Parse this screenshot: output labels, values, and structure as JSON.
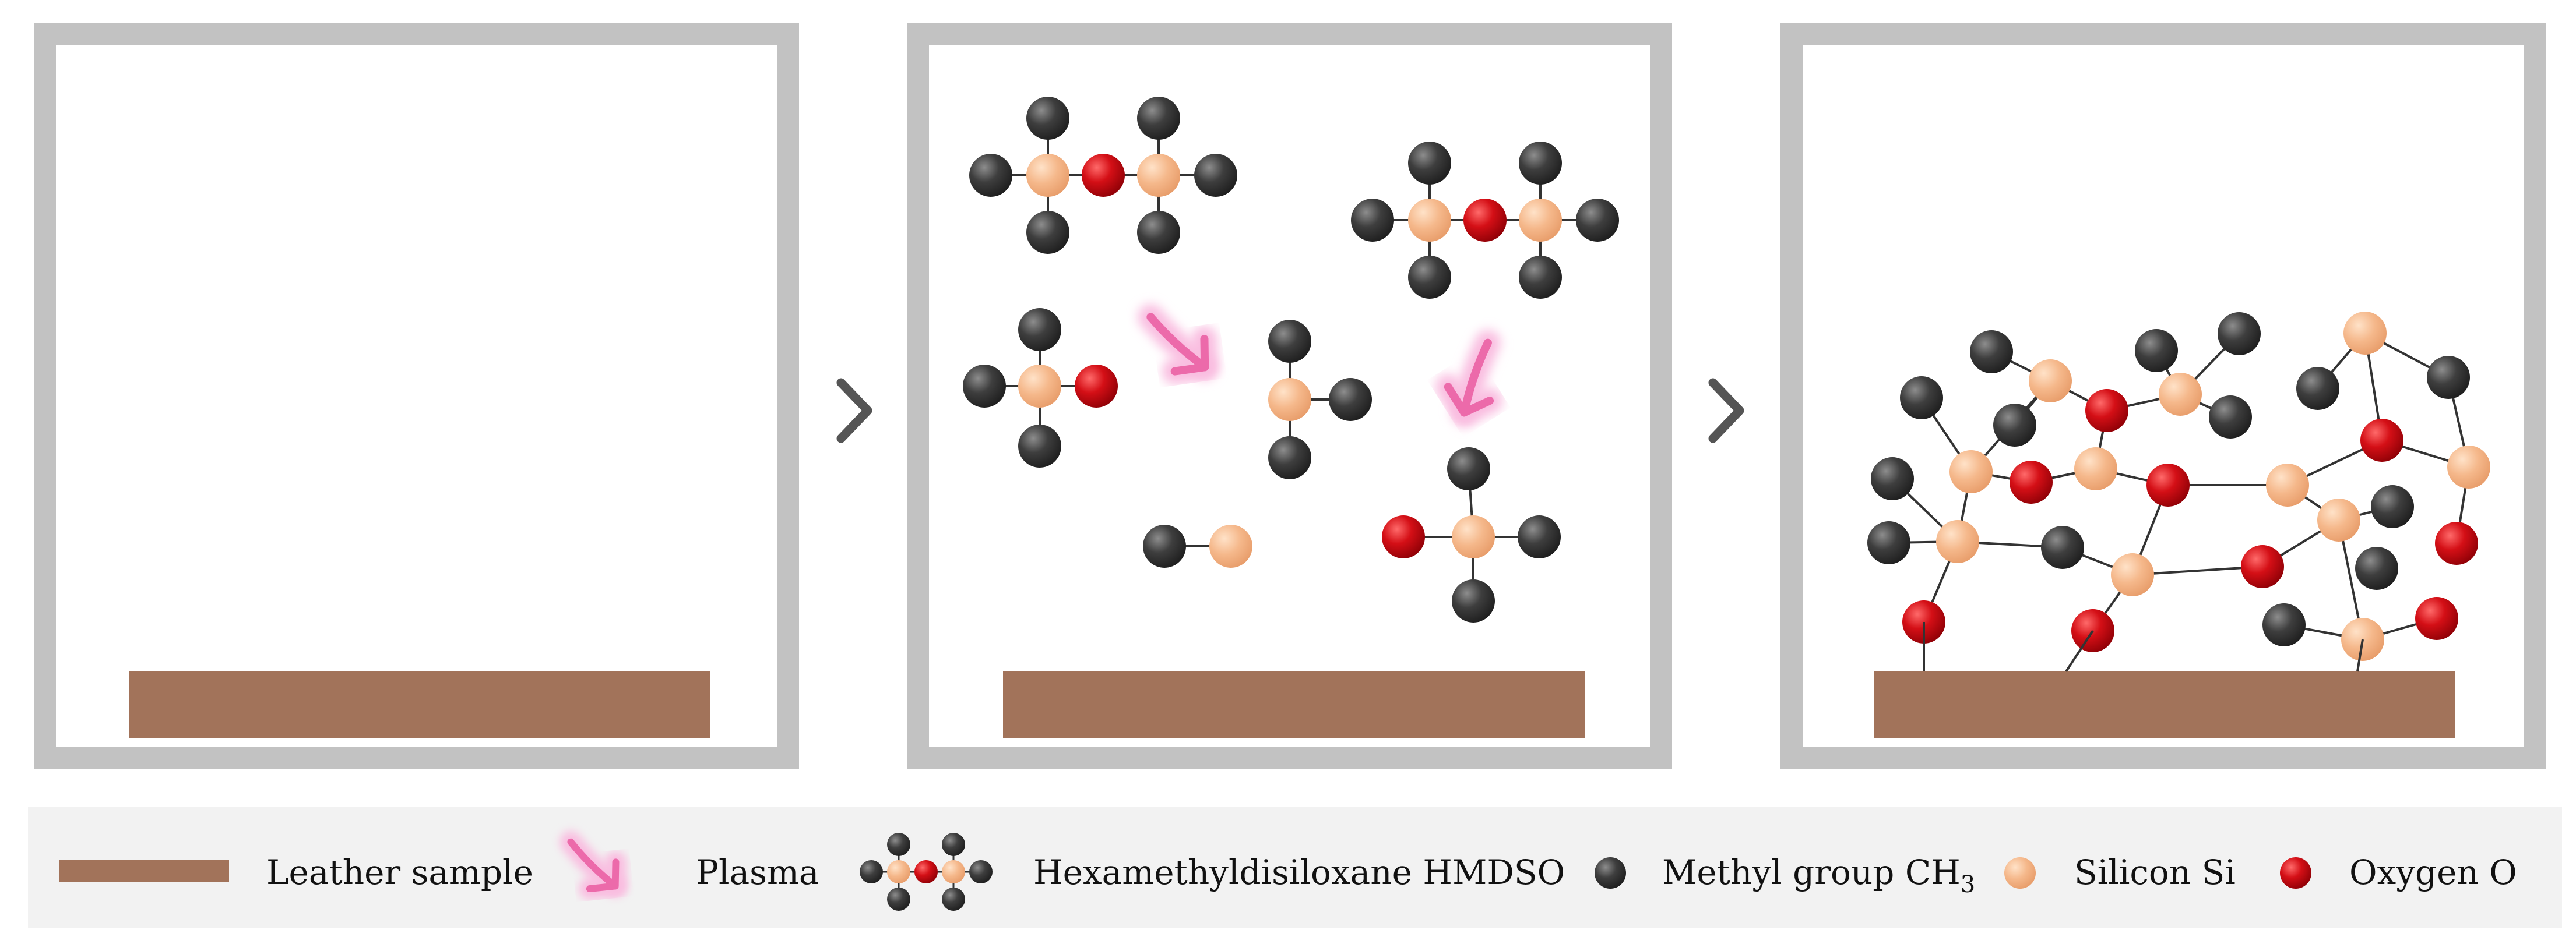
{
  "colors": {
    "frame": "#c2c2c2",
    "leather": "#a2735a",
    "plasma": "#f06aac",
    "methyl": "#3c3c3c",
    "silicon": "#f4b688",
    "oxygen": "#d10d16",
    "bond": "#333333",
    "legend_bg": "#f2f2f2",
    "chevron": "#555555"
  },
  "legend": {
    "leather_label": "Leather sample",
    "plasma_label": "Plasma",
    "hmdso_label": "Hexamethyldisiloxane HMDSO",
    "methyl_label": "Methyl group CH",
    "methyl_subscript": "3",
    "silicon_label": "Silicon Si",
    "oxygen_label": "Oxygen O"
  },
  "icons": {
    "step_separator": "chevron-right-icon",
    "plasma": "curved-arrow-icon"
  }
}
